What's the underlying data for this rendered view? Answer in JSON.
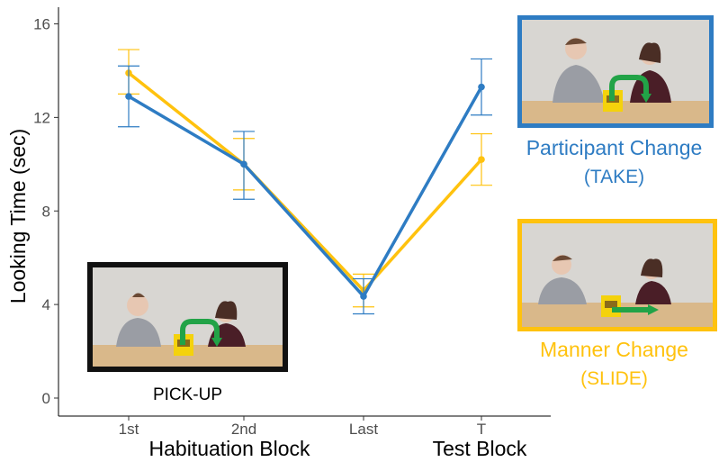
{
  "chart_data": {
    "type": "line",
    "ylabel": "Looking Time (sec)",
    "ylim": [
      0,
      16
    ],
    "yticks": [
      0,
      4,
      8,
      12,
      16
    ],
    "categories": [
      "1st",
      "2nd",
      "Last",
      "T"
    ],
    "xgroup_labels": [
      "Habituation Block",
      "Test Block"
    ],
    "grid": false,
    "series": [
      {
        "name": "Participant Change (TAKE)",
        "color": "#2E7CC3",
        "values": [
          12.9,
          10.0,
          4.35,
          13.3
        ],
        "err_low": [
          11.6,
          8.5,
          3.6,
          12.1
        ],
        "err_high": [
          14.2,
          11.4,
          5.1,
          14.5
        ]
      },
      {
        "name": "Manner Change (SLIDE)",
        "color": "#FFC20E",
        "values": [
          13.9,
          10.0,
          4.6,
          10.2
        ],
        "err_low": [
          13.0,
          8.9,
          3.9,
          9.1
        ],
        "err_high": [
          14.9,
          11.1,
          5.3,
          11.3
        ]
      }
    ]
  },
  "panels": {
    "pickup": {
      "caption": "PICK-UP",
      "border": "#111111"
    },
    "participant": {
      "title": "Participant Change",
      "sub_open": "(",
      "sub_word": "TAKE",
      "sub_close": ")",
      "color": "#2E7CC3"
    },
    "manner": {
      "title": "Manner Change",
      "sub_open": "(",
      "sub_word": "SLIDE",
      "sub_close": ")",
      "color": "#FFC20E"
    }
  }
}
